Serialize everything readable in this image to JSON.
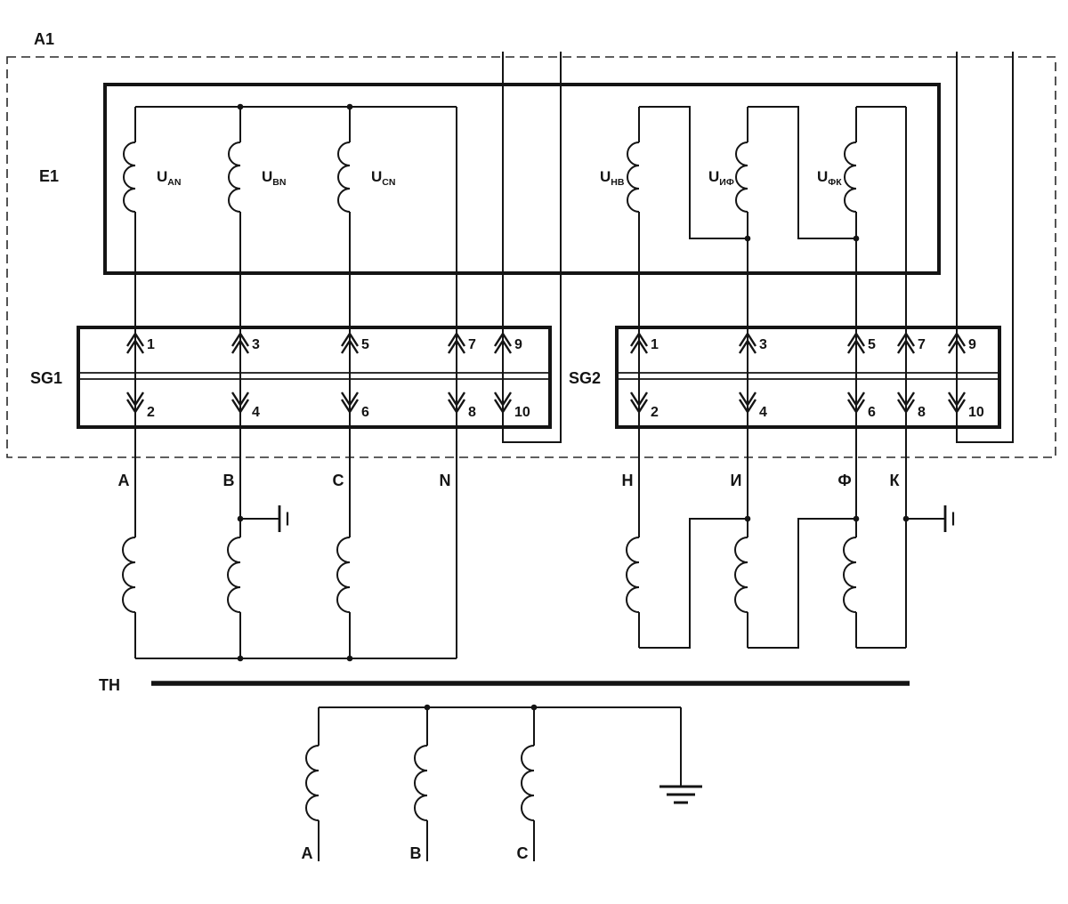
{
  "labels": {
    "a1": "A1",
    "e1": "E1",
    "sg1": "SG1",
    "sg2": "SG2",
    "tn": "ТН"
  },
  "e1_windings": [
    {
      "main": "U",
      "sub": "AN"
    },
    {
      "main": "U",
      "sub": "BN"
    },
    {
      "main": "U",
      "sub": "CN"
    },
    {
      "main": "U",
      "sub": "НВ"
    },
    {
      "main": "U",
      "sub": "ИФ"
    },
    {
      "main": "U",
      "sub": "ФК"
    }
  ],
  "sg1_terminals": {
    "top": [
      "1",
      "3",
      "5",
      "7",
      "9"
    ],
    "bottom": [
      "2",
      "4",
      "6",
      "8",
      "10"
    ]
  },
  "sg2_terminals": {
    "top": [
      "1",
      "3",
      "5",
      "7",
      "9"
    ],
    "bottom": [
      "2",
      "4",
      "6",
      "8",
      "10"
    ]
  },
  "secondary_wire_labels": [
    "A",
    "B",
    "C",
    "N",
    "Н",
    "И",
    "Ф",
    "К"
  ],
  "primary_phase_labels": [
    "A",
    "B",
    "C"
  ]
}
